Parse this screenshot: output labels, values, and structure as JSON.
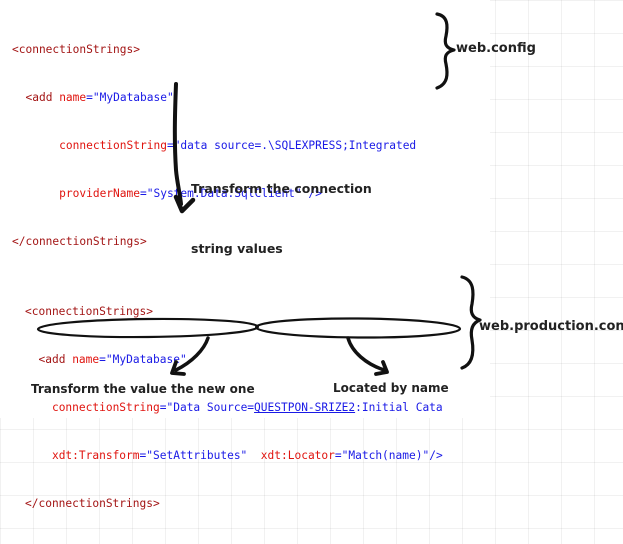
{
  "top_block": {
    "l1_open": "<connectionStrings>",
    "l2_tag": "<add",
    "l2_attr": "name",
    "l2_val": "\"MyDatabase\"",
    "l3_attr": "connectionString",
    "l3_val": "\"data source=.\\SQLEXPRESS;Integrated",
    "l4_attr": "providerName",
    "l4_val": "\"System.Data.SqlClient\"",
    "l4_close": "/>",
    "l5_close": "</connectionStrings>",
    "file_label": "web.config"
  },
  "middle_note": {
    "line1": "Transform the connection",
    "line2": "string values"
  },
  "bottom_block": {
    "l1_open": "<connectionStrings>",
    "l2_tag": "<add",
    "l2_attr": "name",
    "l2_val": "\"MyDatabase\"",
    "l3_attr": "connectionString",
    "l3_val_prefix": "\"Data Source=",
    "l3_val_link": "QUESTPON-SRIZE2",
    "l3_val_suffix": ":Initial Cata",
    "l4_attr1": "xdt:Transform",
    "l4_val1": "\"SetAttributes\"",
    "l4_attr2": "xdt:Locator",
    "l4_val2": "\"Match(name)\"",
    "l4_close": "/>",
    "l5_close": "</connectionStrings>",
    "file_label": "web.production.config"
  },
  "annotations": {
    "transform_note": "Transform the value the new one",
    "locator_note": "Located by name"
  }
}
